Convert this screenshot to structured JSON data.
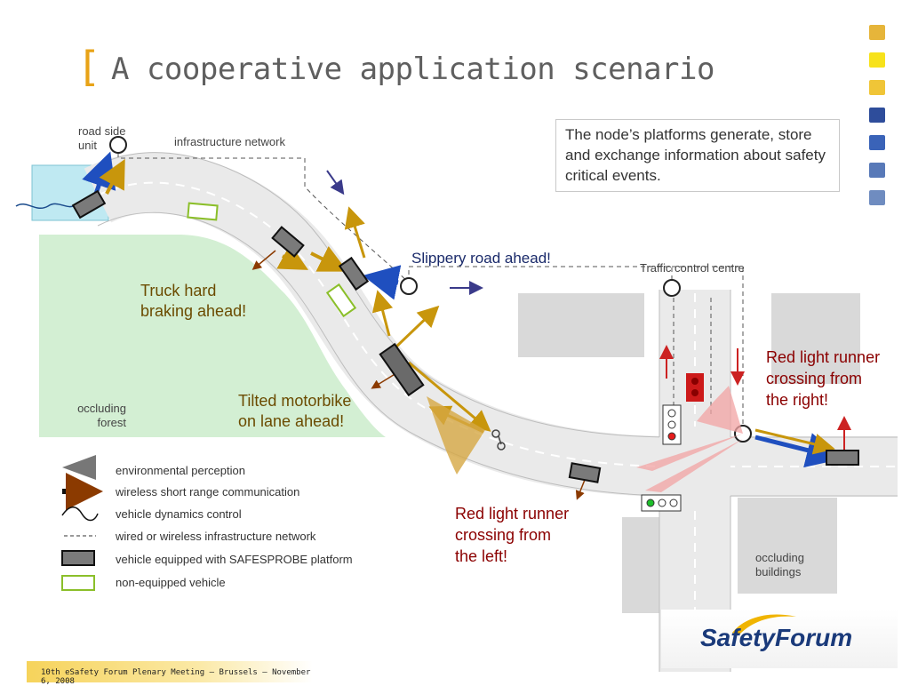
{
  "slide": {
    "title": "A cooperative application scenario",
    "bracket": "["
  },
  "labels": {
    "road_side_unit": "road side\nunit",
    "infrastructure_network": "infrastructure network",
    "traffic_control_centre": "Traffic control centre",
    "occluding_forest": "occluding\nforest",
    "occluding_buildings": "occluding\nbuildings"
  },
  "callouts": {
    "node_platforms": "The node’s platforms generate, store and exchange information about safety critical events.",
    "slippery_road": "Slippery road ahead!",
    "truck_braking": "Truck hard\nbraking ahead!",
    "tilted_motorbike": "Tilted motorbike\non lane ahead!",
    "red_light_right": "Red light runner\ncrossing from\nthe right!",
    "red_light_left": "Red light runner\ncrossing from\nthe left!"
  },
  "legend": {
    "environmental_perception": "environmental perception",
    "wireless_short_range": "wireless short range communication",
    "vehicle_dynamics": "vehicle dynamics control",
    "wired_wireless_network": "wired or wireless infrastructure network",
    "vehicle_equipped": "vehicle equipped with SAFESPROBE  platform",
    "non_equipped": "non-equipped vehicle"
  },
  "footer": {
    "text": "10th eSafety Forum Plenary Meeting – Brussels – November 6, 2008"
  },
  "logo": {
    "text": "SafetyForum"
  },
  "colors": {
    "accent": "#e8a317",
    "arrow_gold": "#c8960c",
    "comm_blue": "#1f4fbf",
    "red": "#cc2222",
    "forest": "#cfeccf",
    "water": "#bfe9f2",
    "building": "#d9d9d9",
    "road": "#ededed",
    "non_equipped": "#8bbf2a",
    "side_squares": [
      "#e6b53a",
      "#f7e21b",
      "#f0c537",
      "#2e4d9b",
      "#3a63b8",
      "#5879b8",
      "#6f8cc0"
    ]
  }
}
